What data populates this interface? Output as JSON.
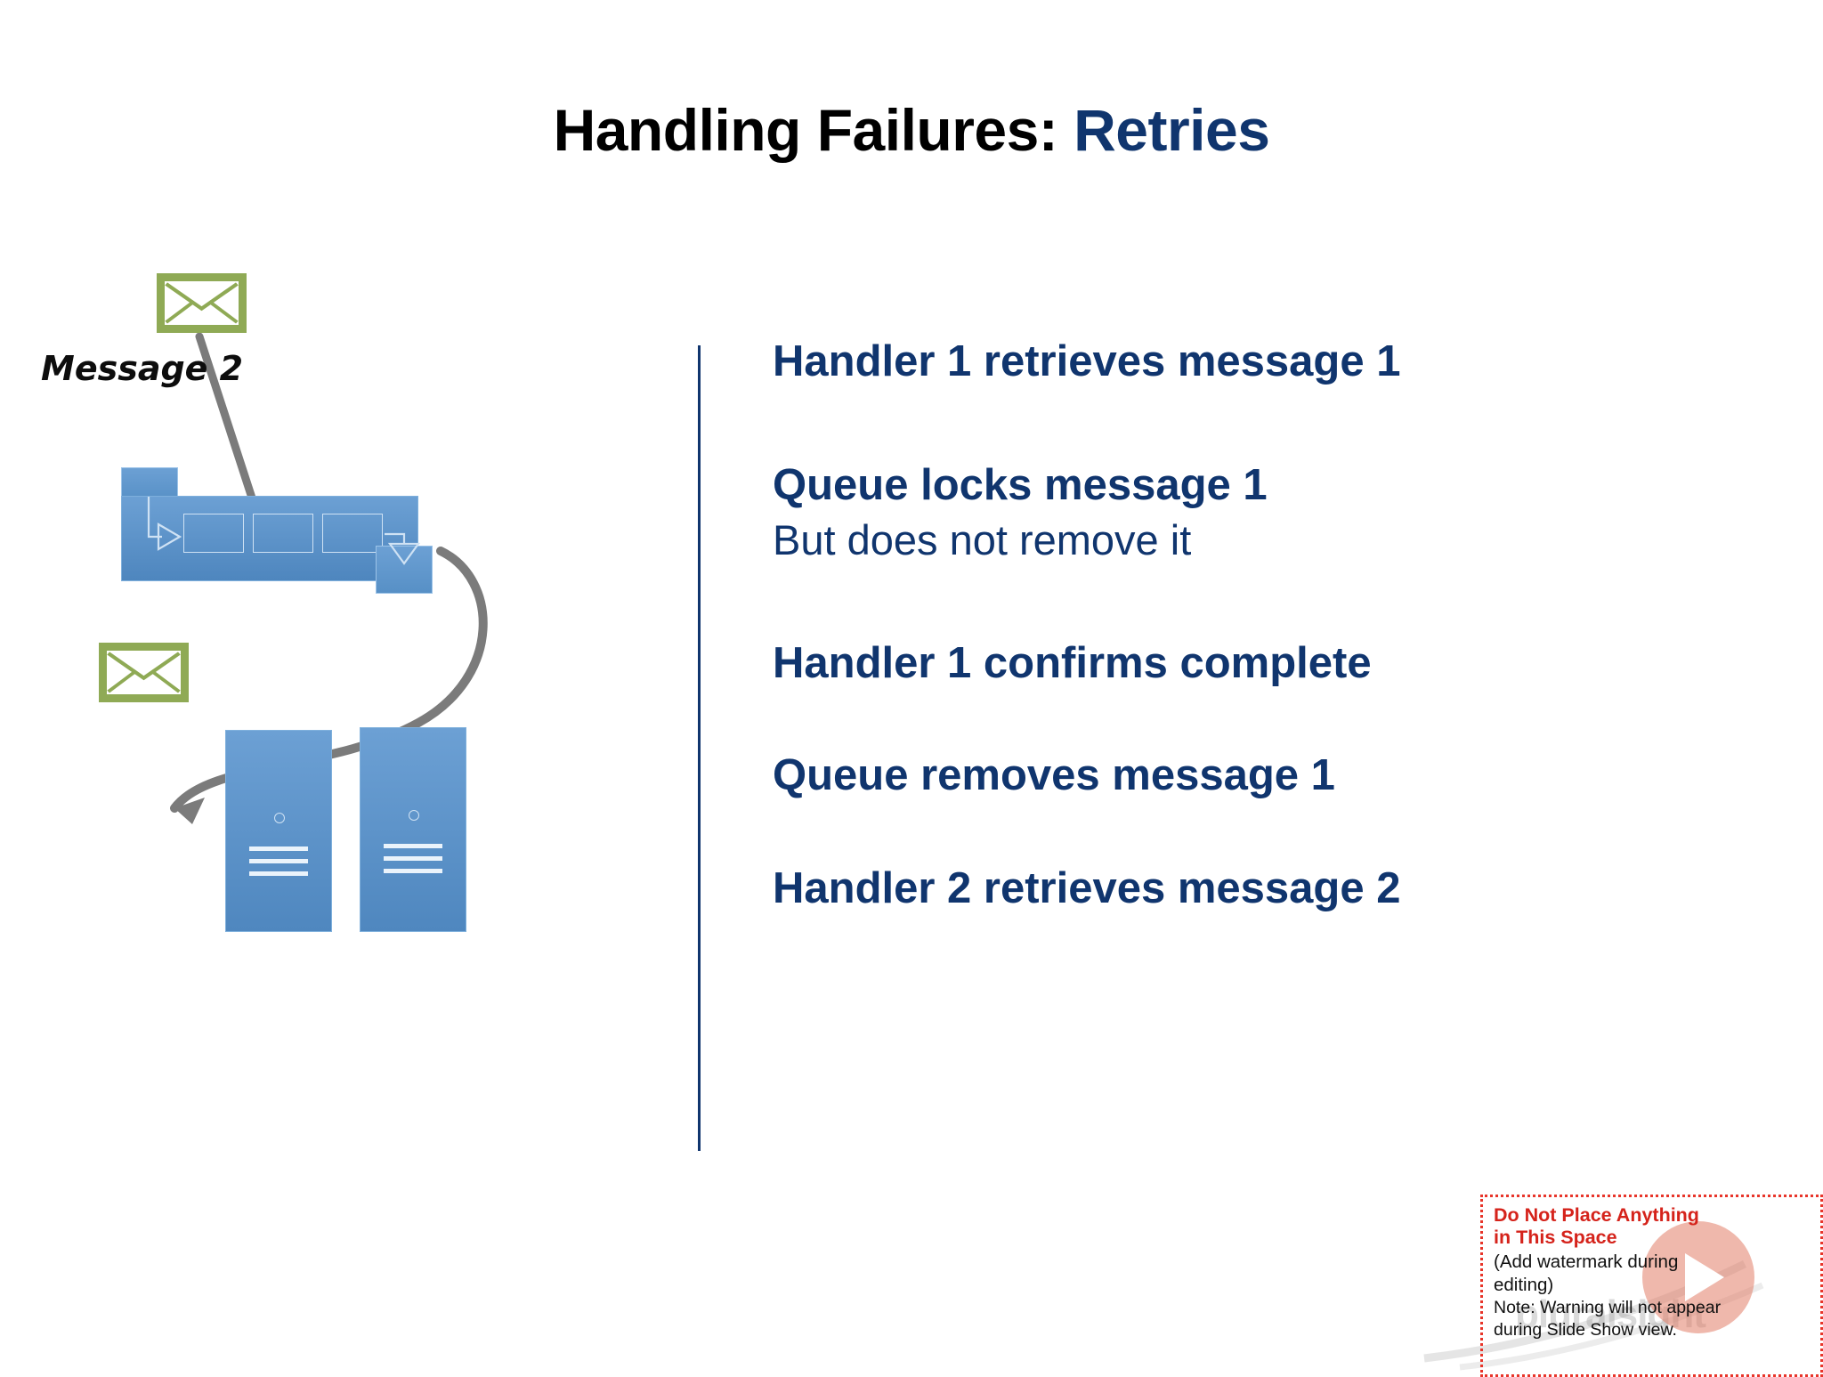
{
  "slide": {
    "title": {
      "black_part": "Handling Failures:",
      "blue_part": "Retries",
      "accent_color": "#10356E"
    },
    "bullets": [
      {
        "text": "Handler 1 retrieves message 1",
        "style": "bold"
      },
      {
        "text": "Queue locks message 1",
        "style": "bold"
      },
      {
        "text": "But does not remove it",
        "style": "regular"
      },
      {
        "text": "Handler 1 confirms complete",
        "style": "bold"
      },
      {
        "text": "Queue removes message 1",
        "style": "bold"
      },
      {
        "text": "Handler 2 retrieves message 2",
        "style": "bold"
      }
    ],
    "diagram": {
      "message_label": "Message 2",
      "envelope_color": "#8FAA55",
      "queue_color": "#5790C6",
      "connector_color": "#808080",
      "envelope_count": 2,
      "queue_slots": 3,
      "server_count": 2
    },
    "watermark": {
      "line1": "Do Not Place Anything",
      "line2": "in This Space",
      "line3": "(Add watermark during",
      "line4": "editing)",
      "line5": "Note:  Warning will not appear",
      "line6": "during Slide Show view.",
      "border_color": "#E8352A",
      "text_color": "#D5231B",
      "brand": "pluralsight"
    }
  }
}
